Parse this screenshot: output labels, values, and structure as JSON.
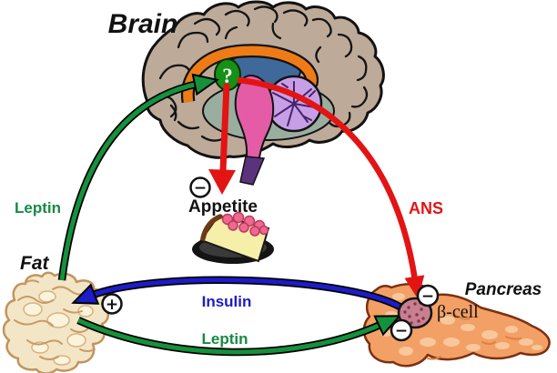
{
  "labels": {
    "brain": "Brain",
    "fat": "Fat",
    "pancreas": "Pancreas",
    "beta_cell": "β-cell",
    "appetite": "Appetite",
    "ans": "ANS",
    "insulin": "Insulin",
    "leptin_brain": "Leptin",
    "leptin_pancreas": "Leptin",
    "hypothalamus": "?"
  },
  "badges": {
    "appetite_minus": "−",
    "insulin_plus": "+",
    "islet_top_minus": "−",
    "islet_bottom_minus": "−"
  },
  "colors": {
    "leptin": "#168a43",
    "insulin": "#1c1cc8",
    "ans": "#e31414",
    "text": "#111111"
  }
}
